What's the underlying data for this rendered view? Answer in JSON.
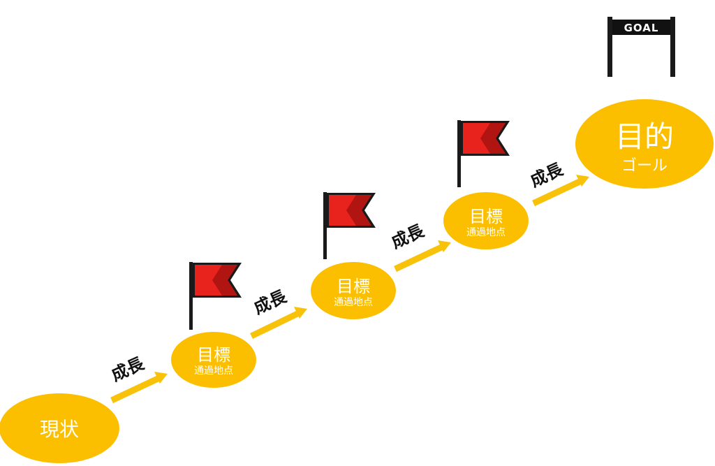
{
  "colors": {
    "node_fill": "#FBBF00",
    "arrow": "#F8C20A",
    "flag_red": "#E8231E",
    "flag_dark": "#B01512",
    "pole": "#1A1A1A",
    "goal_banner": "#111111"
  },
  "icons": {
    "flag": "red-flag-icon",
    "goal": "goal-gate-icon"
  },
  "nodes": [
    {
      "id": "current",
      "title": "現状",
      "subtitle": ""
    },
    {
      "id": "milestone-1",
      "title": "目標",
      "subtitle": "通過地点"
    },
    {
      "id": "milestone-2",
      "title": "目標",
      "subtitle": "通過地点"
    },
    {
      "id": "milestone-3",
      "title": "目標",
      "subtitle": "通過地点"
    },
    {
      "id": "purpose",
      "title": "目的",
      "subtitle": "ゴール"
    }
  ],
  "arrows": [
    {
      "label": "成長"
    },
    {
      "label": "成長"
    },
    {
      "label": "成長"
    },
    {
      "label": "成長"
    }
  ],
  "goal_sign": {
    "text": "GOAL"
  }
}
